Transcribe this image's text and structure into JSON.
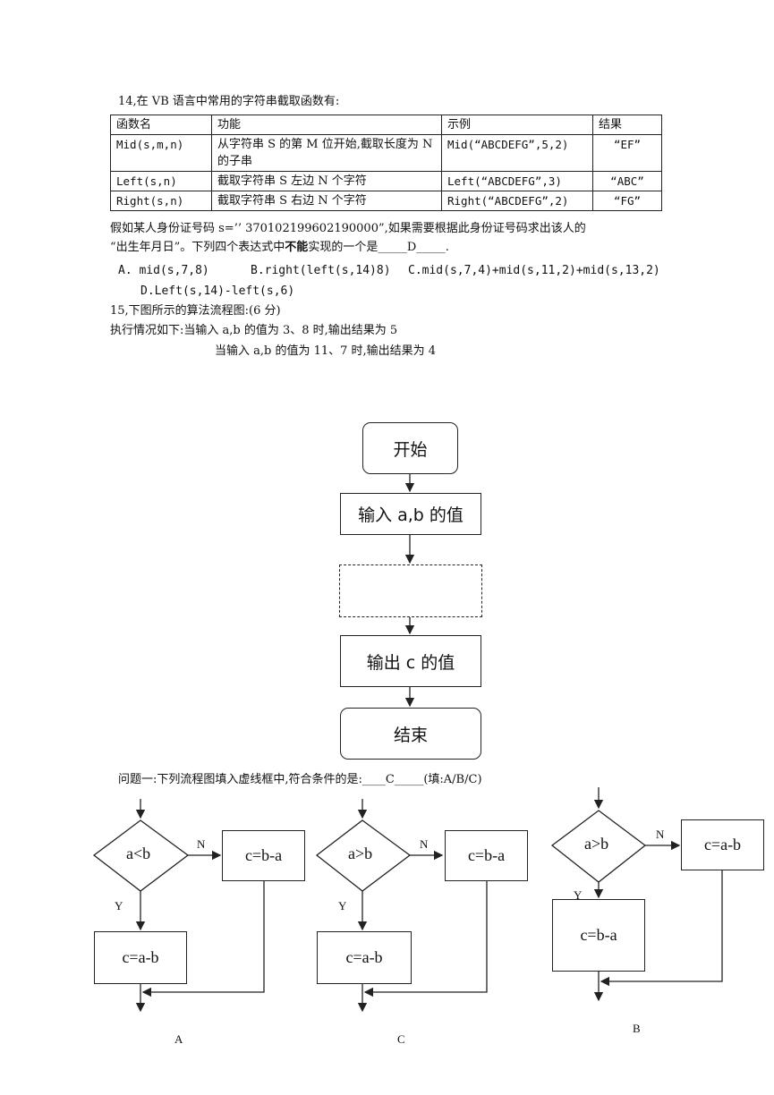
{
  "q14": {
    "intro": "14,在 VB 语言中常用的字符串截取函数有:",
    "table_headers": [
      "函数名",
      "功能",
      "示例",
      "结果"
    ],
    "rows": [
      {
        "name": "Mid(s,m,n)",
        "func": "从字符串 S 的第 M 位开始,截取长度为 N 的子串",
        "example": "Mid(“ABCDEFG”,5,2)",
        "result": "“EF”"
      },
      {
        "name": "Left(s,n)",
        "func": "截取字符串 S 左边 N 个字符",
        "example": "Left(“ABCDEFG”,3)",
        "result": "“ABC”"
      },
      {
        "name": "Right(s,n)",
        "func": "截取字符串 S 右边 N 个字符",
        "example": "Right(“ABCDEFG”,2)",
        "result": "“FG”"
      }
    ],
    "question_line1": "假如某人身份证号码 s=’’ 370102199602190000”,如果需要根据此身份证号码求出该人的",
    "question_line2a": "“出生年月日”。下列四个表达式中",
    "question_bold": "不能",
    "question_line2b": "实现的一个是_____D_____.",
    "option_a": "A.  mid(s,7,8)",
    "option_b": "B.right(left(s,14)8)",
    "option_c": "C.mid(s,7,4)+mid(s,11,2)+mid(s,13,2)",
    "option_d": "D.Left(s,14)-left(s,6)"
  },
  "q15": {
    "title": "15,下图所示的算法流程图:(6 分)",
    "exec_line1": "执行情况如下:当输入 a,b 的值为 3、8 时,输出结果为 5",
    "exec_line2": "当输入 a,b 的值为 11、7 时,输出结果为 4",
    "flow": {
      "start": "开始",
      "input": "输入 a,b 的值",
      "output": "输出 c 的值",
      "end": "结束"
    },
    "problem1": "问题一:下列流程图填入虚线框中,符合条件的是:____C_____(填:A/B/C)",
    "options": [
      {
        "label": "A",
        "condition": "a<b",
        "no_box": "c=b-a",
        "yes_box": "c=a-b",
        "yes": "Y",
        "no": "N"
      },
      {
        "label": "C",
        "condition": "a>b",
        "no_box": "c=b-a",
        "yes_box": "c=a-b",
        "yes": "Y",
        "no": "N"
      },
      {
        "label": "B",
        "condition": "a>b",
        "no_box": "c=a-b",
        "yes_box": "c=b-a",
        "yes": "Y",
        "no": "N"
      }
    ]
  }
}
